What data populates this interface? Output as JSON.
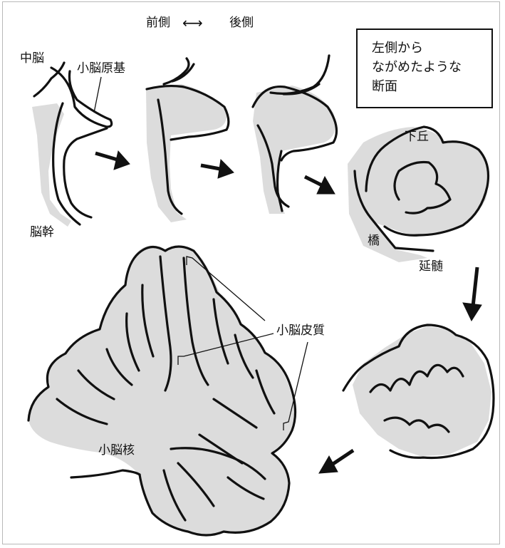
{
  "direction": {
    "front": "前側",
    "arrow": "⟷",
    "back": "後側"
  },
  "note": {
    "line1": "左側から",
    "line2": "ながめたような",
    "line3": "断面"
  },
  "labels": {
    "midbrain": "中脳",
    "primordium": "小脳原基",
    "brainstem": "脳幹",
    "inferior_colliculus": "下丘",
    "pons": "橋",
    "medulla": "延髄",
    "cortex": "小脳皮質",
    "nuclei": "小脳核"
  },
  "colors": {
    "tissue": "#dcdcdc",
    "outline": "#111111"
  }
}
